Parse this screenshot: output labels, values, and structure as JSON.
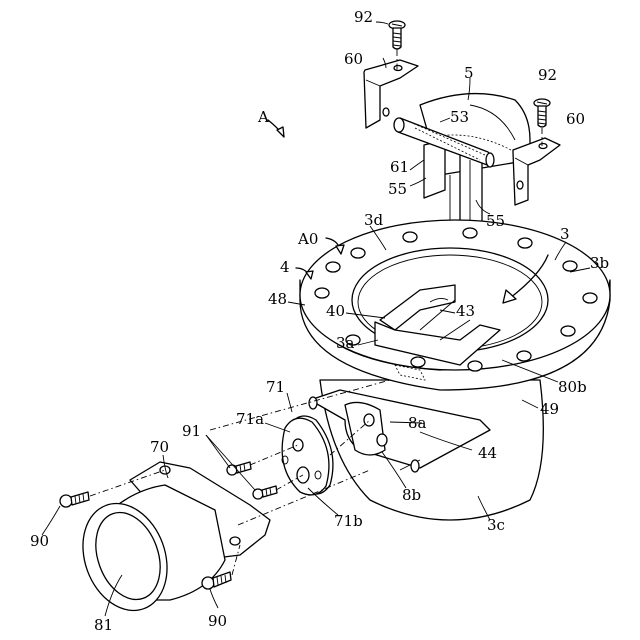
{
  "labels": {
    "A": "A",
    "A0": "A0",
    "n92a": "92",
    "n92b": "92",
    "n60a": "60",
    "n60b": "60",
    "n5": "5",
    "n53": "53",
    "n61": "61",
    "n55a": "55",
    "n55b": "55",
    "n3d": "3d",
    "n3": "3",
    "n3b": "3b",
    "n4": "4",
    "n48": "48",
    "n40": "40",
    "n43": "43",
    "n3a": "3a",
    "n80b": "80b",
    "n71": "71",
    "n71a": "71a",
    "n91": "91",
    "n70": "70",
    "n8a": "8a",
    "n44": "44",
    "n49": "49",
    "n8b": "8b",
    "n71b": "71b",
    "n3c": "3c",
    "n90a": "90",
    "n90b": "90",
    "n81": "81"
  }
}
